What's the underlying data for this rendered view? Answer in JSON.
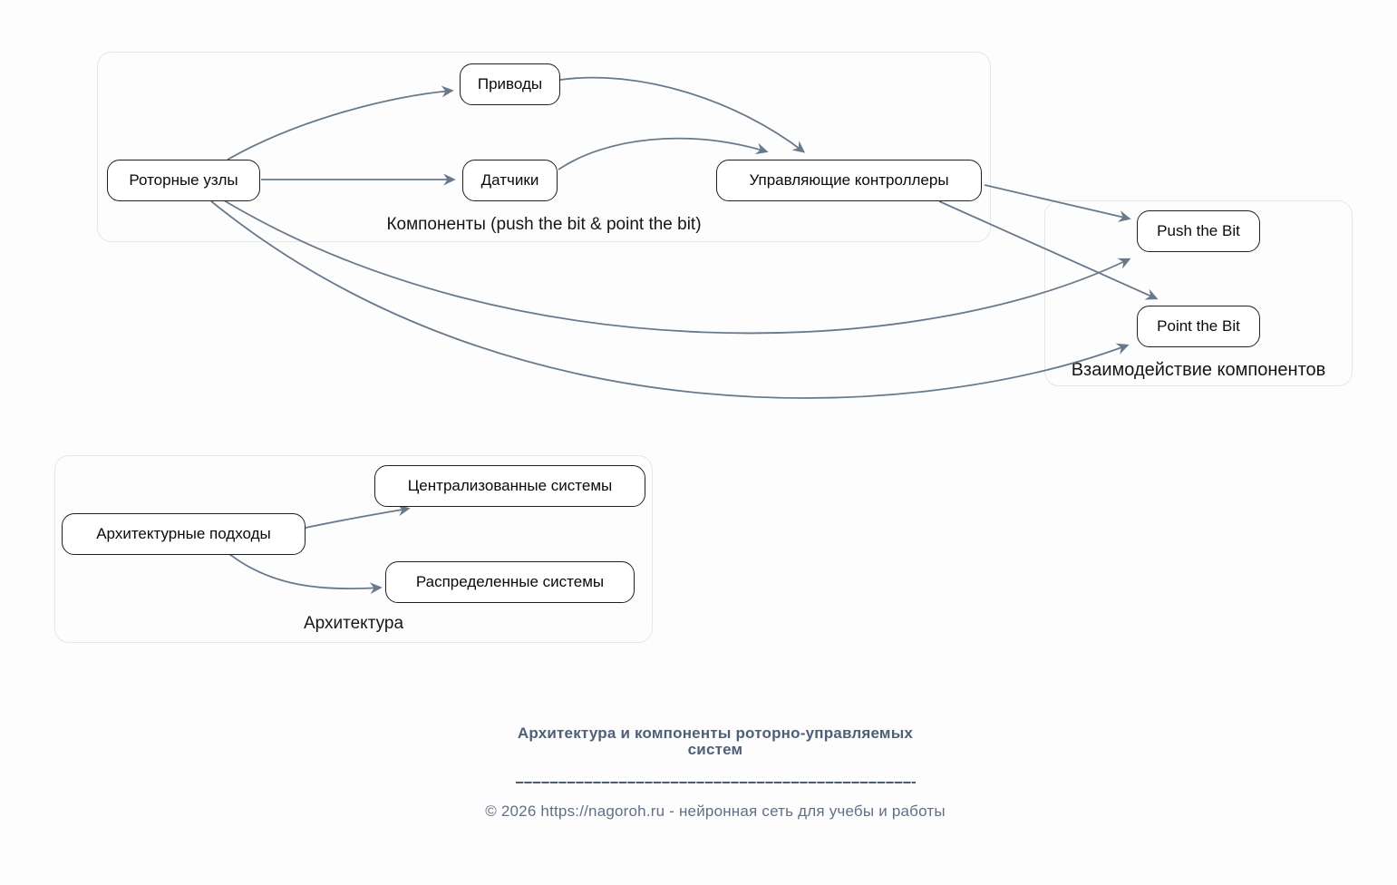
{
  "diagram": {
    "groups": [
      {
        "id": "components",
        "label": "Компоненты (push the bit & point the bit)"
      },
      {
        "id": "interaction",
        "label": "Взаимодействие компонентов"
      },
      {
        "id": "architecture",
        "label": "Архитектура"
      }
    ],
    "nodes": [
      {
        "id": "rotary-units",
        "label": "Роторные узлы",
        "group": "components"
      },
      {
        "id": "drives",
        "label": "Приводы",
        "group": "components"
      },
      {
        "id": "sensors",
        "label": "Датчики",
        "group": "components"
      },
      {
        "id": "control-controllers",
        "label": "Управляющие контроллеры",
        "group": "components"
      },
      {
        "id": "push-the-bit",
        "label": "Push the Bit",
        "group": "interaction"
      },
      {
        "id": "point-the-bit",
        "label": "Point the Bit",
        "group": "interaction"
      },
      {
        "id": "arch-approaches",
        "label": "Архитектурные подходы",
        "group": "architecture"
      },
      {
        "id": "centralized-systems",
        "label": "Централизованные системы",
        "group": "architecture"
      },
      {
        "id": "distributed-systems",
        "label": "Распределенные системы",
        "group": "architecture"
      }
    ],
    "edges": [
      {
        "from": "Роторные узлы",
        "to": "Приводы"
      },
      {
        "from": "Роторные узлы",
        "to": "Датчики"
      },
      {
        "from": "Приводы",
        "to": "Управляющие контроллеры"
      },
      {
        "from": "Датчики",
        "to": "Управляющие контроллеры"
      },
      {
        "from": "Управляющие контроллеры",
        "to": "Push the Bit"
      },
      {
        "from": "Управляющие контроллеры",
        "to": "Point the Bit"
      },
      {
        "from": "Роторные узлы",
        "to": "Push the Bit"
      },
      {
        "from": "Роторные узлы",
        "to": "Point the Bit"
      },
      {
        "from": "Архитектурные подходы",
        "to": "Централизованные системы"
      },
      {
        "from": "Архитектурные подходы",
        "to": "Распределенные системы"
      }
    ],
    "colors": {
      "edge": "#68798b",
      "node_border": "#1f1f1f",
      "node_fill": "#ffffff",
      "group_border": "#e7e7e7",
      "background": "#fdfdfd"
    }
  },
  "footer": {
    "title_line1": "Архитектура и компоненты роторно-управляемых",
    "title_line2": "систем",
    "copyright": "© 2026 https://nagoroh.ru - нейронная сеть для учебы и работы"
  }
}
